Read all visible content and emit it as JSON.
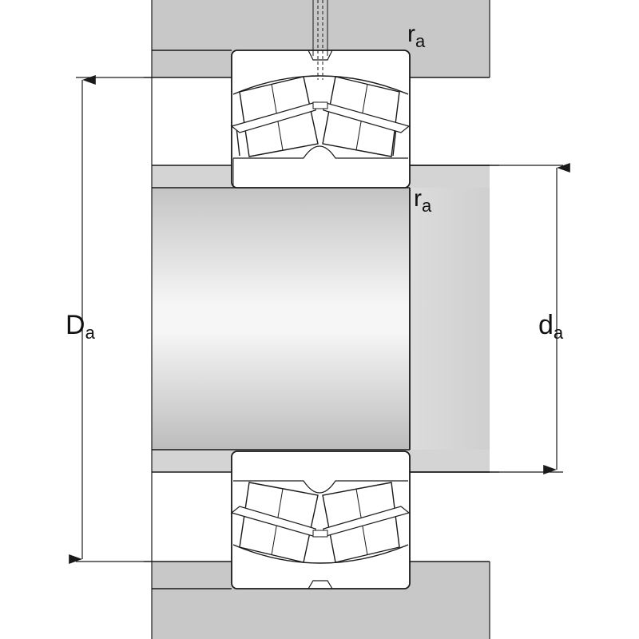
{
  "labels": {
    "D_main": "D",
    "D_sub": "a",
    "d_main": "d",
    "d_sub": "a",
    "r_top_main": "r",
    "r_top_sub": "a",
    "r_mid_main": "r",
    "r_mid_sub": "a"
  },
  "colors": {
    "housing": "#c8c8c8",
    "line": "#1a1a1a",
    "shaft_light": "#f4f4f4",
    "shaft_dark": "#bdbdbd",
    "bearing": "#ffffff"
  }
}
